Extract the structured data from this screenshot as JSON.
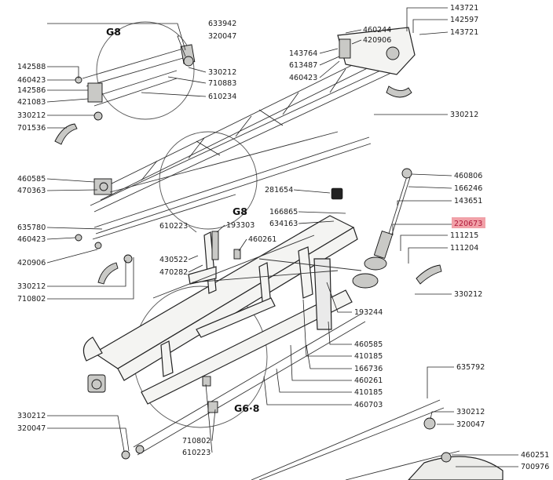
{
  "sections": {
    "g8_top": "G8",
    "g8_mid": "G8",
    "g6_8": "G6·8"
  },
  "highlight_color": "#f1a1a8",
  "part_labels": {
    "l633942": "633942",
    "l320047_top": "320047",
    "l142588": "142588",
    "l460423_a": "460423",
    "l330212_a": "330212",
    "l142586": "142586",
    "l710883": "710883",
    "l421083": "421083",
    "l610234": "610234",
    "l330212_b": "330212",
    "l701536": "701536",
    "l460244": "460244",
    "l420906_top": "420906",
    "l143764": "143764",
    "l613487": "613487",
    "l460423_b": "460423",
    "l143721_a": "143721",
    "l142597": "142597",
    "l143721_b": "143721",
    "l330212_c": "330212",
    "l460585_a": "460585",
    "l470363": "470363",
    "l281654": "281654",
    "l166865": "166865",
    "l634163": "634163",
    "l460806": "460806",
    "l166246": "166246",
    "l143651": "143651",
    "l220673": "220673",
    "l111215": "111215",
    "l111204": "111204",
    "l330212_d": "330212",
    "l635780": "635780",
    "l460423_c": "460423",
    "l420906_mid": "420906",
    "l330212_e": "330212",
    "l710802_a": "710802",
    "l610223_a": "610223",
    "l193303": "193303",
    "l460261_a": "460261",
    "l430522": "430522",
    "l470282": "470282",
    "l193244": "193244",
    "l460585_b": "460585",
    "l410185_a": "410185",
    "l166736": "166736",
    "l460261_b": "460261",
    "l410185_b": "410185",
    "l460703": "460703",
    "l635792": "635792",
    "l330212_f": "330212",
    "l320047_bot": "320047",
    "l330212_g": "330212",
    "l320047_left": "320047",
    "l710802_b": "710802",
    "l610223_b": "610223",
    "l460251": "460251",
    "l700976": "700976"
  }
}
